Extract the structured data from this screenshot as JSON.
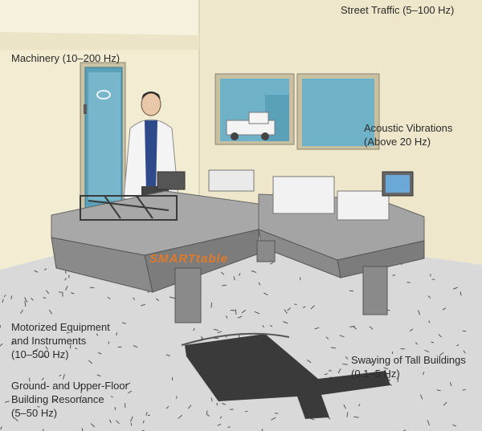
{
  "labels": {
    "street_traffic": "Street Traffic (5–100 Hz)",
    "machinery": "Machinery (10–200 Hz)",
    "acoustic_line1": "Acoustic Vibrations",
    "acoustic_line2": "(Above 20 Hz)",
    "motorized_line1": "Motorized Equipment",
    "motorized_line2": "and Instruments",
    "motorized_line3": "(10–500 Hz)",
    "swaying_line1": "Swaying of Tall Buildings",
    "swaying_line2": "(0.1–5 Hz)",
    "ground_line1": "Ground- and Upper-Floor",
    "ground_line2": "Building Resonance",
    "ground_line3": "(5–50 Hz)"
  },
  "table_logo": "SMARTtable",
  "colors": {
    "wall": "#f0ead0",
    "floor": "#d6d6d6",
    "table_top": "#9c9c9c",
    "table_side": "#7a7a7a",
    "crack": "#333333",
    "text": "#2a2a2a"
  }
}
